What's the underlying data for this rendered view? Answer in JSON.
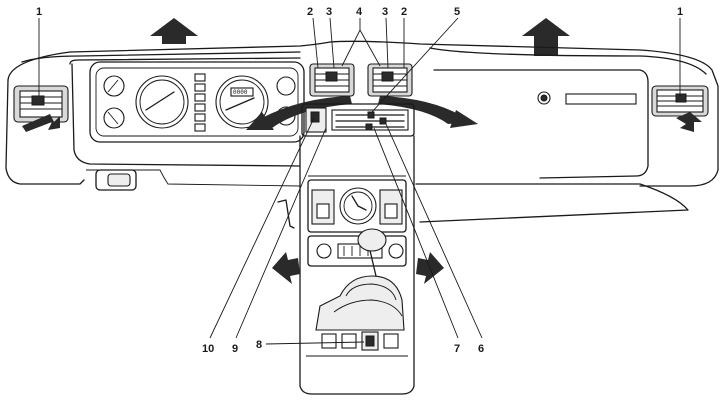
{
  "callouts": [
    {
      "id": "callout-1-left",
      "label": "1"
    },
    {
      "id": "callout-2-left",
      "label": "2"
    },
    {
      "id": "callout-3-left",
      "label": "3"
    },
    {
      "id": "callout-4",
      "label": "4"
    },
    {
      "id": "callout-3-right",
      "label": "3"
    },
    {
      "id": "callout-2-right",
      "label": "2"
    },
    {
      "id": "callout-5",
      "label": "5"
    },
    {
      "id": "callout-1-right",
      "label": "1"
    },
    {
      "id": "callout-10",
      "label": "10"
    },
    {
      "id": "callout-9",
      "label": "9"
    },
    {
      "id": "callout-8",
      "label": "8"
    },
    {
      "id": "callout-7",
      "label": "7"
    },
    {
      "id": "callout-6",
      "label": "6"
    }
  ],
  "odometer": "0000",
  "colors": {
    "ink": "#1a1a1a",
    "shade": "#d9d9d9",
    "paper": "#ffffff"
  }
}
